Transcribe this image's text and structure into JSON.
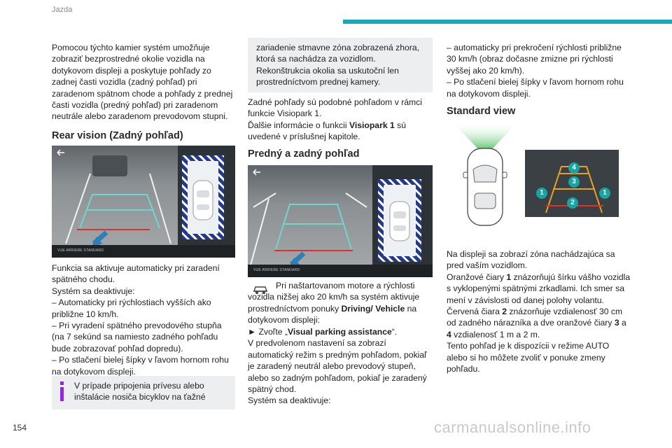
{
  "header": {
    "section": "Jazda"
  },
  "page_number": "154",
  "watermark": "carmanualsonline.info",
  "col1": {
    "intro": "Pomocou týchto kamier systém umožňuje zobraziť bezprostredné okolie vozidla na dotykovom displeji a poskytuje pohľady zo zadnej časti vozidla (zadný pohľad) pri zaradenom spätnom chode a pohľady z prednej časti vozidla (predný pohľad) pri zaradenom neutrále alebo zaradenom prevodovom stupni.",
    "rear_heading": "Rear vision (Zadný pohľad)",
    "camera1_caption": "VUE ARRIERE STANDARD",
    "activation": "Funkcia sa aktivuje automaticky pri zaradení spätného chodu.",
    "deact_title": "Systém sa deaktivuje:",
    "deact_1": "– Automaticky pri rýchlostiach vyšších ako približne 10 km/h.",
    "deact_2": "– Pri vyradení spätného prevodového stupňa (na 7 sekúnd sa namiesto zadného pohľadu bude zobrazovať pohľad dopredu).",
    "deact_3": "– Po stlačení bielej šípky v ľavom hornom rohu na dotykovom displeji.",
    "info_text": "V prípade pripojenia prívesu alebo inštalácie nosiča bicyklov na ťažné"
  },
  "col2": {
    "info_cont": "zariadenie stmavne zóna zobrazená zhora, ktorá sa nachádza za vozidlom. Rekonštrukcia okolia sa uskutoční len prostredníctvom prednej kamery.",
    "front_similar": "Zadné pohľady sú podobné pohľadom v rámci funkcie Visiopark 1.",
    "more_info_pre": "Ďalšie informácie o funkcii ",
    "more_info_bold": "Visiopark 1",
    "more_info_post": " sú uvedené v príslušnej kapitole.",
    "fr_heading": "Predný a zadný pohľad",
    "camera2_caption": "VUE ARRIERE STANDARD",
    "car_note_1": "Pri naštartovanom motore a rýchlosti vozidla nižšej ako 20 km/h sa systém aktivuje prostredníctvom ponuky ",
    "car_note_bold1": "Driving/ Vehicle",
    "car_note_2": " na dotykovom displeji:",
    "select_pre": "► Zvoľte „",
    "select_bold": "Visual parking assistance",
    "select_post": "“.",
    "default_text": "V predvolenom nastavení sa zobrazí automatický režim s predným pohľadom, pokiaľ je zaradený neutrál alebo prevodový stupeň, alebo so zadným pohľadom, pokiaľ je zaradený spätný chod.",
    "deact_title": "Systém sa deaktivuje:"
  },
  "col3": {
    "auto_off": "– automaticky pri prekročení rýchlosti približne 30 km/h (obraz dočasne zmizne pri rýchlosti vyššej ako 20 km/h).",
    "arrow_off": "– Po stlačení bielej šípky v ľavom hornom rohu na dotykovom displeji.",
    "std_heading": "Standard view",
    "badges": [
      "4",
      "3",
      "1",
      "2",
      "1"
    ],
    "display_zone": "Na displeji sa zobrazí zóna nachádzajúca sa pred vaším vozidlom.",
    "orange_pre": "Oranžové čiary ",
    "orange_b1": "1",
    "orange_post": " znázorňujú šírku vášho vozidla s vyklopenými spätnými zrkadlami. Ich smer sa mení v závislosti od danej polohy volantu.",
    "red_pre": "Červená čiara ",
    "red_b": "2",
    "red_mid": " znázorňuje vzdialenosť 30 cm od zadného nárazníka a dve oranžové čiary ",
    "red_b3": "3",
    "red_and": " a ",
    "red_b4": "4",
    "red_post": " vzdialenosť 1 m a 2 m.",
    "auto_mode": "Tento pohľad je k dispozícii v režime AUTO alebo si ho môžete zvoliť v ponuke zmeny pohľadu."
  },
  "colors": {
    "accent": "#1aa8b8",
    "info_purple": "#8a2be2",
    "hatch_blue": "#233a8a",
    "badge_teal": "#19a4a4"
  }
}
